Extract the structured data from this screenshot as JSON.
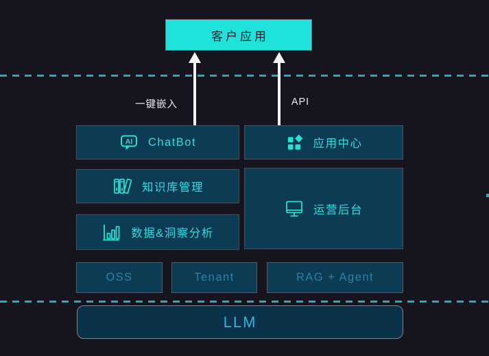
{
  "diagram": {
    "top_box": {
      "label": "客户应用"
    },
    "arrow_labels": {
      "embed": "一键嵌入",
      "api": "API"
    },
    "modules": {
      "chatbot": {
        "label": "ChatBot",
        "icon": "ai-chat-icon",
        "icon_text": "AI"
      },
      "app_center": {
        "label": "应用中心",
        "icon": "app-grid-icon"
      },
      "knowledge_base": {
        "label": "知识库管理",
        "icon": "books-icon"
      },
      "ops_console": {
        "label": "运营后台",
        "icon": "monitor-icon"
      },
      "data_insight": {
        "label": "数据&洞察分析",
        "icon": "bar-chart-icon"
      }
    },
    "infra": {
      "oss": {
        "label": "OSS"
      },
      "tenant": {
        "label": "Tenant"
      },
      "rag_agent": {
        "label": "RAG + Agent"
      }
    },
    "llm": {
      "label": "LLM"
    },
    "colors": {
      "background": "#16151f",
      "accent_cyan": "#1fe3da",
      "icon_cyan": "#2adfd4",
      "module_label": "#31dce2",
      "module_fill": "#0c3b54",
      "infra_text": "#2e81a8",
      "llm_text": "#2ab5dc",
      "dashed_line": "#2aacae",
      "arrow_white": "#f2f3f5",
      "top_box_text": "#151c28"
    }
  }
}
